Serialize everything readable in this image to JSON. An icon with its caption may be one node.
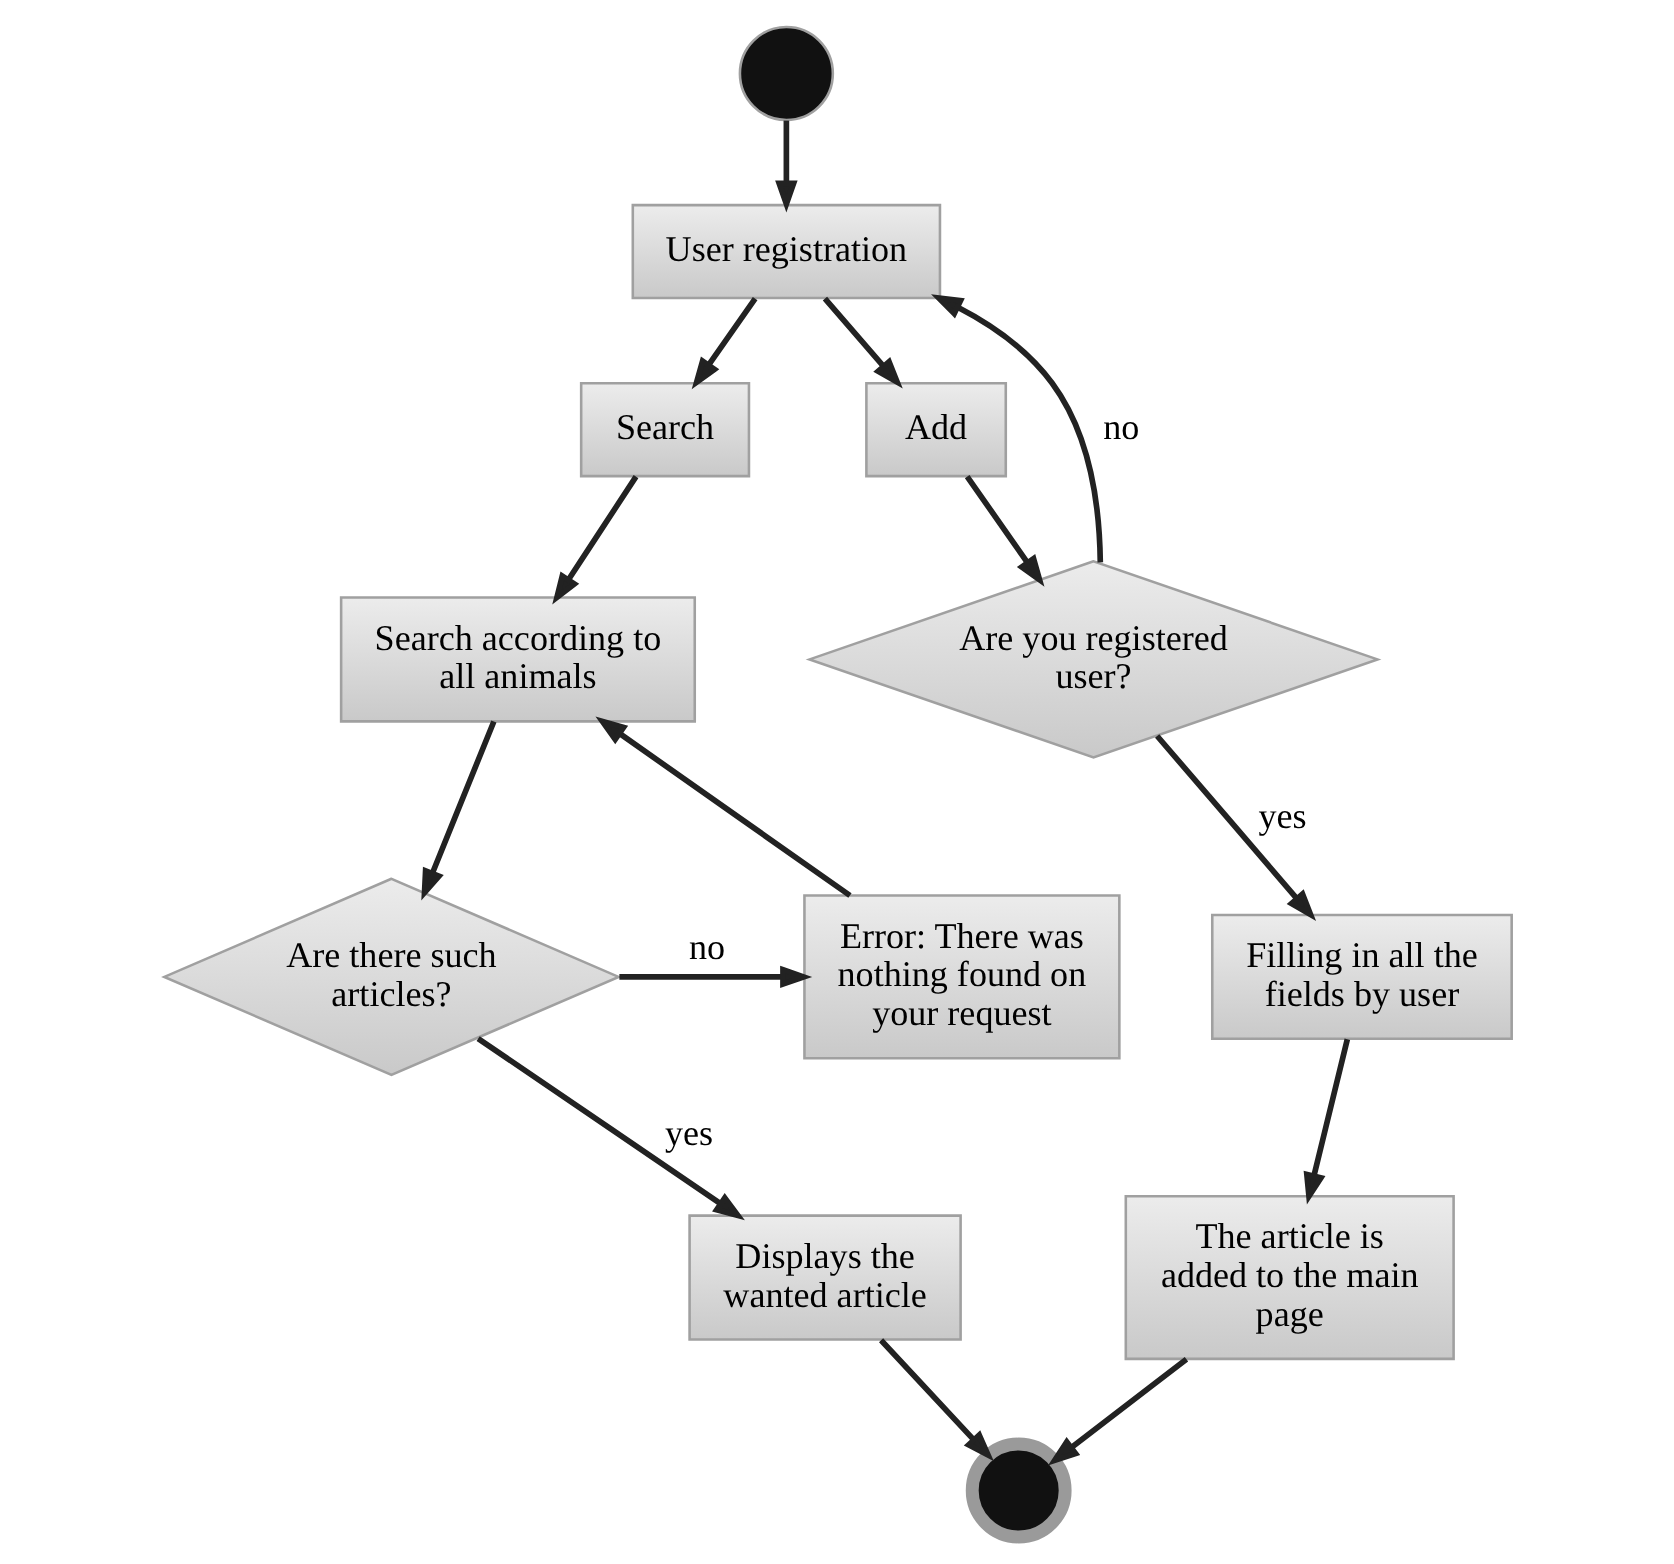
{
  "diagram": {
    "nodes": [
      {
        "text": [],
        "shape": "circle"
      },
      {
        "text": [
          "User registration"
        ]
      },
      {
        "text": [
          "Search"
        ]
      },
      {
        "text": [
          "Add"
        ]
      },
      {
        "text": [
          "Search according to all animals"
        ]
      },
      {
        "text": [
          "Error: There was nothing found on your request"
        ]
      },
      {
        "text": [
          "Are there such articles?"
        ]
      },
      {
        "text": [
          "Displays the wanted article"
        ]
      },
      {
        "text": [
          "Are you registered user?"
        ]
      },
      {
        "text": [
          "Filling in all the fields by user"
        ]
      },
      {
        "text": [
          "The article is added to the main page"
        ]
      },
      {
        "text": [],
        "shape": "circle"
      }
    ],
    "edges": [
      {
        "from": 0,
        "to": 1,
        "arrow": "to"
      },
      {
        "from": 1,
        "to": 2,
        "arrow": "to"
      },
      {
        "from": 1,
        "to": 3,
        "arrow": "to"
      },
      {
        "from": 2,
        "to": 4,
        "arrow": "to"
      },
      {
        "from": 4,
        "to": 6,
        "arrow": "to"
      },
      {
        "from": 6,
        "to": 5,
        "arrow": "to",
        "label": "no"
      },
      {
        "from": 5,
        "to": 4,
        "arrow": "to"
      },
      {
        "from": 6,
        "to": 7,
        "arrow": "to",
        "label": "yes"
      },
      {
        "from": 3,
        "to": 8,
        "arrow": "to"
      },
      {
        "from": 8,
        "to": 1,
        "arrow": "to",
        "label": "no"
      },
      {
        "from": 8,
        "to": 9,
        "arrow": "to",
        "label": "yes"
      },
      {
        "from": 9,
        "to": 10,
        "arrow": "to"
      },
      {
        "from": 7,
        "to": 11,
        "arrow": "to"
      },
      {
        "from": 10,
        "to": 11,
        "arrow": "to"
      }
    ]
  }
}
